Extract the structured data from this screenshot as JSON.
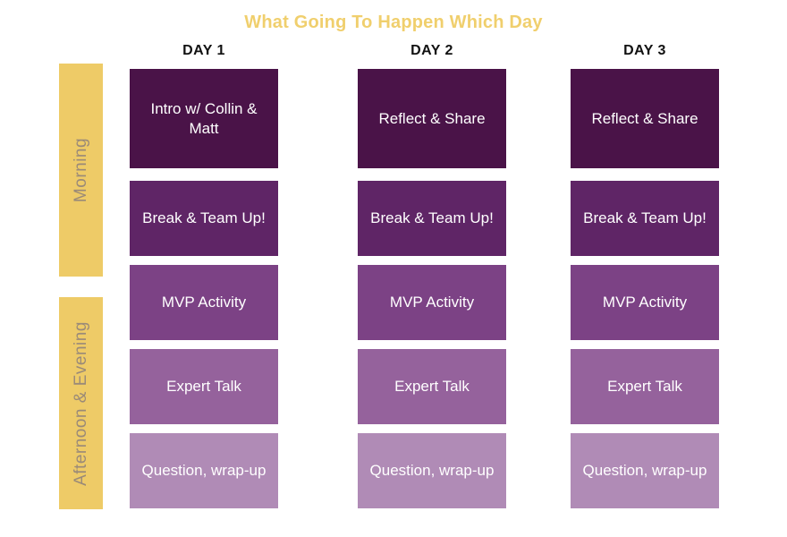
{
  "title": "What Going To Happen Which Day",
  "days": [
    "DAY 1",
    "DAY 2",
    "DAY 3"
  ],
  "periods": {
    "morning": "Morning",
    "afternoon": "Afternoon & Evening"
  },
  "schedule": [
    [
      "Intro w/ Collin & Matt",
      "Reflect & Share",
      "Reflect & Share"
    ],
    [
      "Break & Team Up!",
      "Break & Team Up!",
      "Break & Team Up!"
    ],
    [
      "MVP Activity",
      "MVP Activity",
      "MVP Activity"
    ],
    [
      "Expert Talk",
      "Expert Talk",
      "Expert Talk"
    ],
    [
      "Question, wrap-up",
      "Question, wrap-up",
      "Question, wrap-up"
    ]
  ],
  "colors": {
    "title": "#f0cf6d",
    "period_band": "#eecb67",
    "row_1": "#4a1348",
    "row_2": "#5f2566",
    "row_3": "#7c4285",
    "row_4": "#95629c",
    "row_5": "#b08bb6"
  }
}
